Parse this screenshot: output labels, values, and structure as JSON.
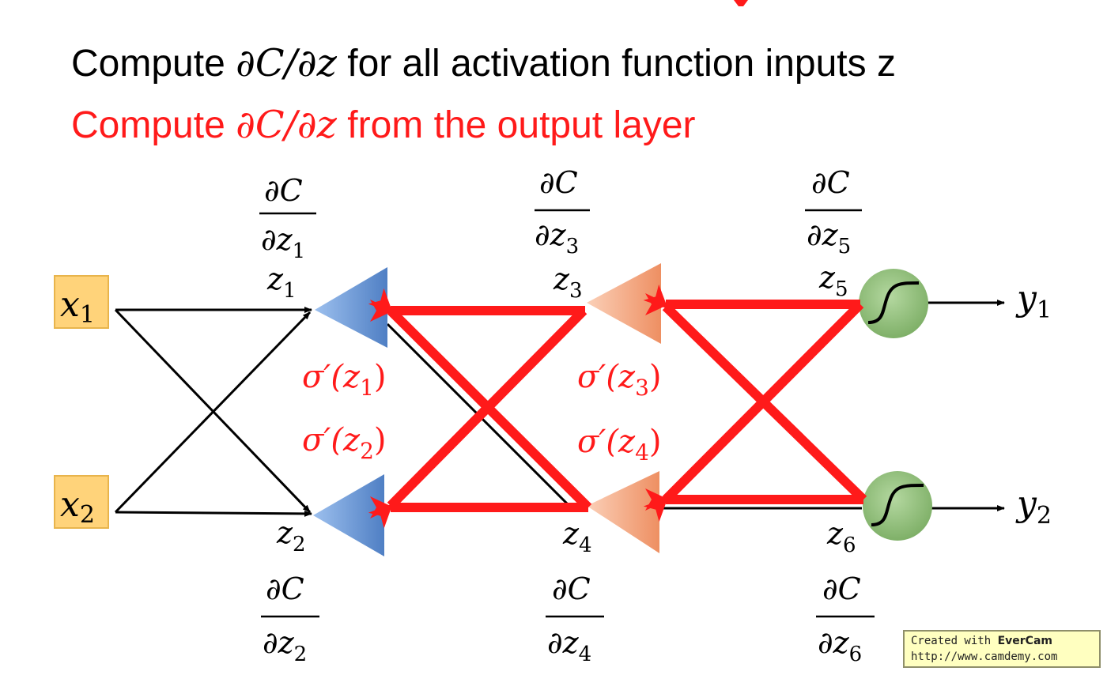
{
  "heading": {
    "line1_pre": "Compute ",
    "line1_math": "∂C/∂z",
    "line1_post": " for all activation function inputs z",
    "line2_pre": "Compute ",
    "line2_math": "∂C/∂z",
    "line2_post": " from the output layer"
  },
  "inputs": [
    {
      "sym": "x",
      "sub": "1"
    },
    {
      "sym": "x",
      "sub": "2"
    }
  ],
  "z_labels": [
    {
      "sym": "z",
      "sub": "1"
    },
    {
      "sym": "z",
      "sub": "2"
    },
    {
      "sym": "z",
      "sub": "3"
    },
    {
      "sym": "z",
      "sub": "4"
    },
    {
      "sym": "z",
      "sub": "5"
    },
    {
      "sym": "z",
      "sub": "6"
    }
  ],
  "gradients": [
    {
      "num": "∂C",
      "den": "∂z",
      "sub": "1"
    },
    {
      "num": "∂C",
      "den": "∂z",
      "sub": "2"
    },
    {
      "num": "∂C",
      "den": "∂z",
      "sub": "3"
    },
    {
      "num": "∂C",
      "den": "∂z",
      "sub": "4"
    },
    {
      "num": "∂C",
      "den": "∂z",
      "sub": "5"
    },
    {
      "num": "∂C",
      "den": "∂z",
      "sub": "6"
    }
  ],
  "sigma_labels": [
    {
      "pre": "σ′(z",
      "sub": "1",
      "post": ")"
    },
    {
      "pre": "σ′(z",
      "sub": "2",
      "post": ")"
    },
    {
      "pre": "σ′(z",
      "sub": "3",
      "post": ")"
    },
    {
      "pre": "σ′(z",
      "sub": "4",
      "post": ")"
    }
  ],
  "outputs": [
    {
      "sym": "y",
      "sub": "1"
    },
    {
      "sym": "y",
      "sub": "2"
    }
  ],
  "watermark": {
    "line1_pre": "Created with ",
    "line1_brand": "EverCam",
    "line2": "http://www.camdemy.com"
  },
  "colors": {
    "red": "#ff1a1a",
    "blue_neuron": "#6f9bd8",
    "orange_neuron": "#f4a582",
    "green_neuron": "#93c47d",
    "input_box": "#ffd37a"
  }
}
